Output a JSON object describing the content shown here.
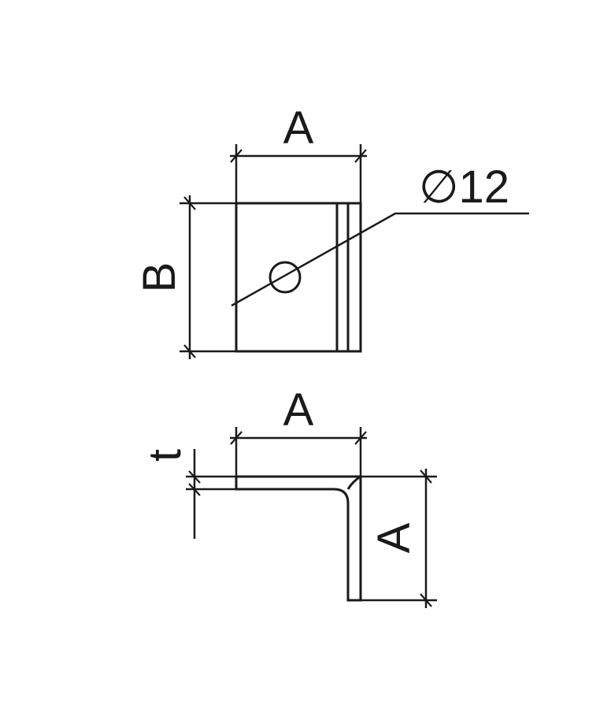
{
  "labels": {
    "top_width": "A",
    "top_height": "B",
    "hole_diameter": "∅12",
    "bottom_width": "A",
    "bottom_height": "A",
    "thickness": "t"
  }
}
